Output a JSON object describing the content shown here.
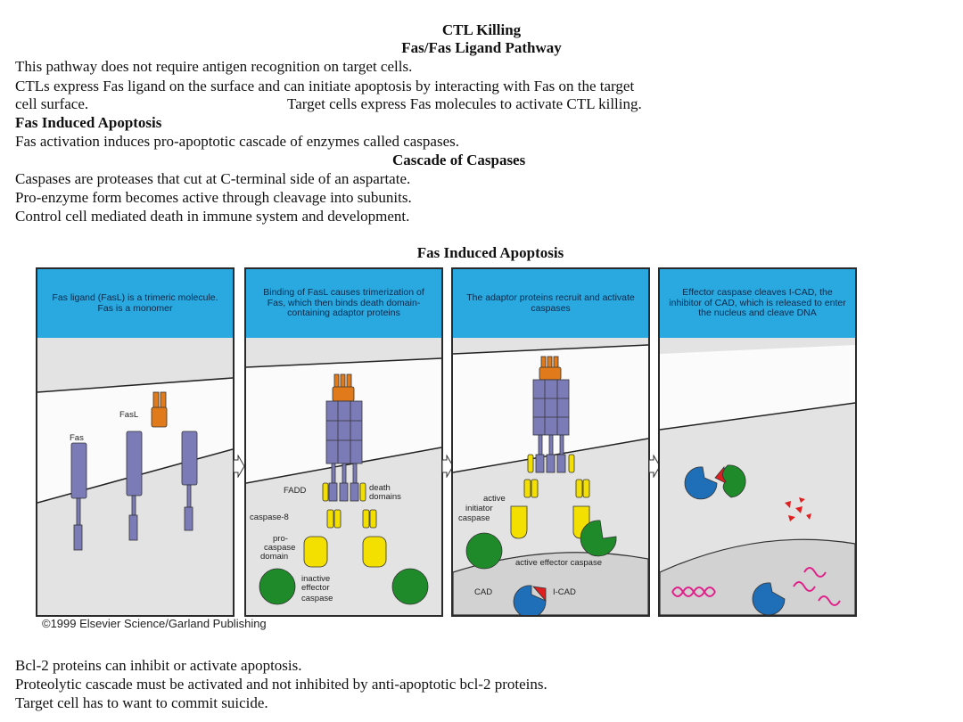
{
  "title": "CTL Killing",
  "subtitle": "Fas/Fas Ligand Pathway",
  "para1": "This pathway does not require antigen recognition on target cells.",
  "para2_line1": "CTLs express Fas ligand on the surface and can initiate apoptosis by interacting with Fas on the target",
  "para2_line2a": "cell surface.",
  "para2_line2b": "Target cells express Fas molecules to activate CTL killing.",
  "section_heading": "Fas Induced Apoptosis",
  "para3": "Fas activation induces pro-apoptotic cascade of enzymes called caspases.",
  "cascade_heading": "Cascade of Caspases",
  "cascade_lines": [
    "Caspases are proteases that cut at C-terminal side of an aspartate.",
    "Pro-enzyme form becomes active through cleavage into subunits.",
    "Control cell mediated death in immune system and development."
  ],
  "figure": {
    "title": "Fas Induced Apoptosis",
    "panels": [
      {
        "header": "Fas ligand (FasL) is a trimeric molecule. Fas is a monomer",
        "labels": [
          "FasL",
          "Fas"
        ]
      },
      {
        "header": "Binding of FasL causes trimerization of Fas, which then binds death domain-containing adaptor proteins",
        "labels": [
          "FADD",
          "death",
          "domains",
          "caspase-8",
          "pro-",
          "caspase",
          "domain",
          "inactive",
          "effector",
          "caspase"
        ]
      },
      {
        "header": "The adaptor proteins recruit and activate caspases",
        "labels": [
          "active",
          "initiator",
          "caspase",
          "active effector caspase",
          "CAD",
          "I-CAD"
        ]
      },
      {
        "header": "Effector caspase cleaves I-CAD, the inhibitor of CAD, which is released to enter the nucleus and cleave DNA",
        "labels": []
      }
    ],
    "caption": "©1999 Elsevier Science/Garland Publishing",
    "colors": {
      "header": "#2aa8e0",
      "receptor": "#7b7bb8",
      "ligand": "#e07a1a",
      "adaptor": "#f3e000",
      "effector": "#1f8a2a",
      "cad": "#1e6fb8",
      "icad": "#e02020",
      "dna": "#e0208a"
    }
  },
  "bottom_lines": [
    "Bcl-2 proteins can inhibit or activate apoptosis.",
    "Proteolytic cascade must be activated and not inhibited by anti-apoptotic bcl-2 proteins.",
    "Target cell has to want to commit suicide."
  ]
}
